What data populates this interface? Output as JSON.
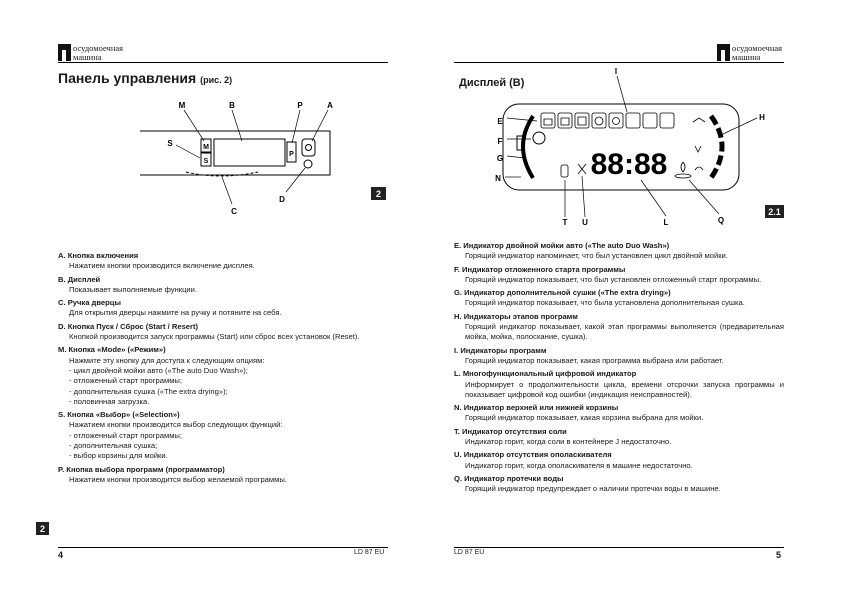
{
  "brand": {
    "line1": "осудомоечная",
    "line2": "машина"
  },
  "left": {
    "title": "Панель управления",
    "title_sub": "(рис. 2)",
    "badge_fig": "2",
    "badge_side": "2",
    "page_number": "4",
    "model": "LD 87 EU",
    "diagram_labels": {
      "M": "M",
      "B": "B",
      "P": "P",
      "A": "A",
      "S": "S",
      "C": "C",
      "D": "D",
      "key_M": "M",
      "key_S": "S",
      "key_P": "P"
    },
    "items": [
      {
        "head": "A.  Кнопка включения",
        "body": [
          "Нажатием кнопки производится включение дисплея."
        ]
      },
      {
        "head": "B.  Дисплей",
        "body": [
          "Показывает выполняемые функции."
        ]
      },
      {
        "head": "C.  Ручка дверцы",
        "body": [
          "Для открытия дверцы нажмите на ручку и потяните на себя."
        ]
      },
      {
        "head": "D.  Кнопка Пуск / Сброс (Start / Resert)",
        "body": [
          "Кнопкой производится запуск программы (Start) или сброс всех установок (Reset)."
        ]
      },
      {
        "head": "M.  Кнопка «Mode» («Режим»)",
        "body": [
          "Нажмите эту кнопку для доступа к следующим опциям:",
          "- цикл двойной мойки авто («The auto Duo Wash»);",
          "- отложенный старт программы;",
          "- дополнительная сушка («The extra drying»);",
          "- половинная загрузка."
        ]
      },
      {
        "head": "S.  Кнопка «Выбор» («Selection»)",
        "body": [
          "Нажатием кнопки производится выбор следующих функций:",
          "- отложенный старт программы;",
          "- дополнительная сушка;",
          "- выбор корзины для мойки."
        ]
      },
      {
        "head": "P.  Кнопка выбора программ (программатор)",
        "body": [
          "Нажатием кнопки производится выбор желаемой программы."
        ]
      }
    ]
  },
  "right": {
    "title": "Дисплей (B)",
    "badge_fig": "2.1",
    "page_number": "5",
    "model": "LD 87 EU",
    "diagram_labels": {
      "I": "I",
      "E": "E",
      "F": "F",
      "G": "G",
      "N": "N",
      "H": "H",
      "T": "T",
      "U": "U",
      "L": "L",
      "Q": "Q"
    },
    "digits": "88:88",
    "items": [
      {
        "head": "E.  Индикатор двойной мойки авто  («The auto Duo Wash»)",
        "body": [
          "Горящий индикатор напоминает, что был установлен цикл двойной мойки."
        ]
      },
      {
        "head": "F.  Индикатор отложенного старта программы",
        "body": [
          "Горящий индикатор показывает, что был установлен отложенный старт программы."
        ]
      },
      {
        "head": "G.  Индикатор дополнительной сушки («The extra drying»)",
        "body": [
          "Горящий индикатор показывает,  что была установлена дополнительная сушка."
        ]
      },
      {
        "head": "H.  Индикаторы этапов программ",
        "body": [
          "Горящий индикатор показывает, какой этап программы выполняется (предварительная мойка, мойка, полоскание, сушка)."
        ]
      },
      {
        "head": "I.  Индикаторы программ",
        "body": [
          "Горящий индикатор показывает, какая программа выбрана или работает."
        ]
      },
      {
        "head": "L.  Многофункциональный цифровой индикатор",
        "body": [
          "Информирует о продолжительности цикла, времени отсрочки запуска программы и показывает цифровой код ошибки (индикация неисправностей)."
        ]
      },
      {
        "head": "N.  Индикатор верхней или нижней корзины",
        "body": [
          "Горящий индикатор показывает, какая корзина выбрана для мойки."
        ]
      },
      {
        "head": "T.  Индикатор отсутствия соли",
        "body": [
          "Индикатор горит, когда соли в контейнере J недостаточно."
        ]
      },
      {
        "head": "U.  Индикатор отсутствия ополаскивателя",
        "body": [
          "Индикатор горит, когда ополаскивателя в машине недостаточно."
        ]
      },
      {
        "head": "Q.  Индикатор протечки воды",
        "body": [
          "Горящий индикатор предупреждает о наличии протечки воды в машине."
        ]
      }
    ]
  }
}
